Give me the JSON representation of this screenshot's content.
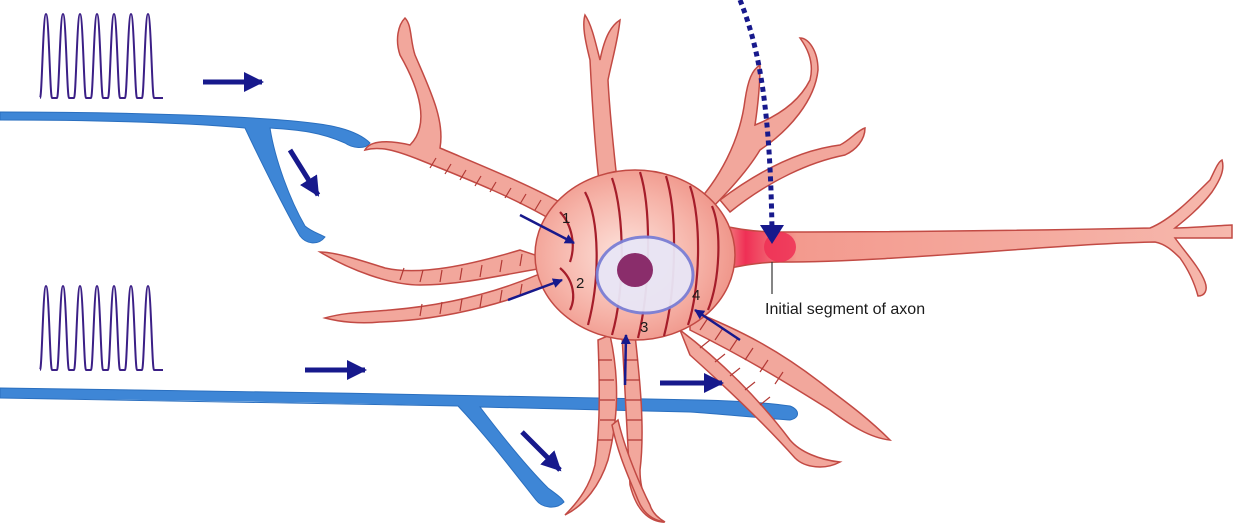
{
  "diagram": {
    "segment_labels": [
      "1",
      "2",
      "3",
      "4"
    ],
    "axon_label": "Initial segment of axon"
  },
  "colors": {
    "presynaptic_axon": "#3e86d6",
    "neuron_body": "#f2a79c",
    "neuron_outline": "#c24a44",
    "wave_lines": "#a51d2a",
    "arrows": "#17198c",
    "action_potentials": "#3b1f86",
    "axon_hillock": "#ef2f55",
    "nucleus": "#8a2d6b"
  },
  "icons": [
    "action-potential-train",
    "direction-arrow",
    "dotted-arrow"
  ]
}
